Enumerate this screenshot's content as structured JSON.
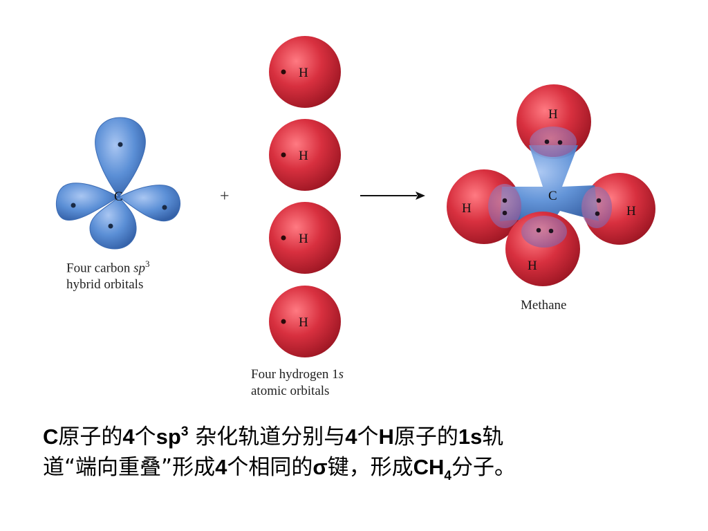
{
  "carbon": {
    "atom_label": "C",
    "caption_line1_a": "Four carbon ",
    "caption_line1_b": "sp",
    "caption_line1_sup": "3",
    "caption_line2": "hybrid orbitals"
  },
  "plus": "+",
  "hydrogen": {
    "atom_label": "H",
    "caption_line1_a": "Four hydrogen 1",
    "caption_line1_b": "s",
    "caption_line2": "atomic orbitals"
  },
  "methane": {
    "center_label": "C",
    "h_label": "H",
    "caption": "Methane"
  },
  "statement": {
    "p1": "C",
    "p2": "原子的",
    "p3": "4",
    "p4": "个",
    "p5": "sp",
    "p5_sup": "3",
    "p6": " 杂化轨道分别与",
    "p7": "4",
    "p8": "个",
    "p9": "H",
    "p10": "原子的",
    "p11": "1s",
    "p12": "轨",
    "p13": "道“端向重叠”形成",
    "p14": "4",
    "p15": "个相同的",
    "p16": "σ",
    "p17": "键，形成",
    "p18": "CH",
    "p18_sub": "4",
    "p19": "分子。"
  },
  "colors": {
    "carbon_orbital": "#5b8fd6",
    "hydrogen_orbital": "#d8303f",
    "arrow": "#111111"
  }
}
